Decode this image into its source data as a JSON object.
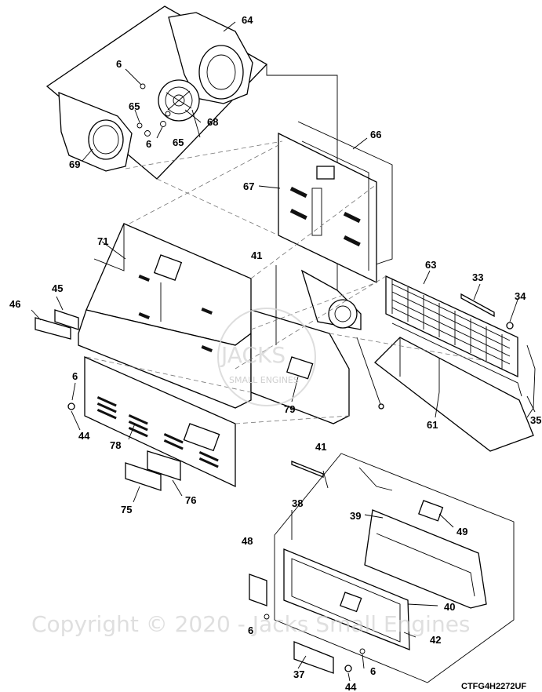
{
  "diagram": {
    "drawing_id": "CTFG4H2272UF",
    "watermark_brand": "JACKS",
    "watermark_tagline": "SMALL ENGINES",
    "copyright": "Copyright © 2020 - Jacks Small Engines",
    "callouts": {
      "c64": "64",
      "c6a": "6",
      "c65a": "65",
      "c6b": "6",
      "c65b": "65",
      "c68": "68",
      "c69": "69",
      "c66": "66",
      "c67": "67",
      "c71": "71",
      "c41a": "41",
      "c63": "63",
      "c33": "33",
      "c34": "34",
      "c45": "45",
      "c46": "46",
      "c6c": "6",
      "c44a": "44",
      "c79": "79",
      "c61": "61",
      "c35": "35",
      "c78": "78",
      "c41b": "41",
      "c76": "76",
      "c75": "75",
      "c38": "38",
      "c39": "39",
      "c49": "49",
      "c48": "48",
      "c40": "40",
      "c6d": "6",
      "c42": "42",
      "c37": "37",
      "c6e": "6",
      "c44b": "44"
    }
  }
}
